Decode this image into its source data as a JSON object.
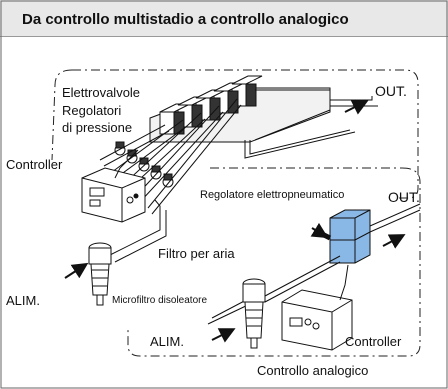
{
  "title": "Da controllo multistadio a controllo analogico",
  "labels": {
    "elettrovalvole": "Elettrovalvole",
    "regolatori": "Regolatori",
    "di_pressione": "di pressione",
    "controller_top": "Controller",
    "out_top": "OUT.",
    "regolatore_elettro": "Regolatore elettropneumatico",
    "out_right": "OUT.",
    "filtro_per_aria": "Filtro per aria",
    "alim_left": "ALIM.",
    "microfiltro": "Microfiltro disoleatore",
    "alim_bottom": "ALIM.",
    "controller_bottom": "Controller",
    "controllo_analogico": "Controllo analogico"
  },
  "colors": {
    "regulator_blue": "#8ab8e6",
    "title_bg": "#e8e8e8"
  }
}
